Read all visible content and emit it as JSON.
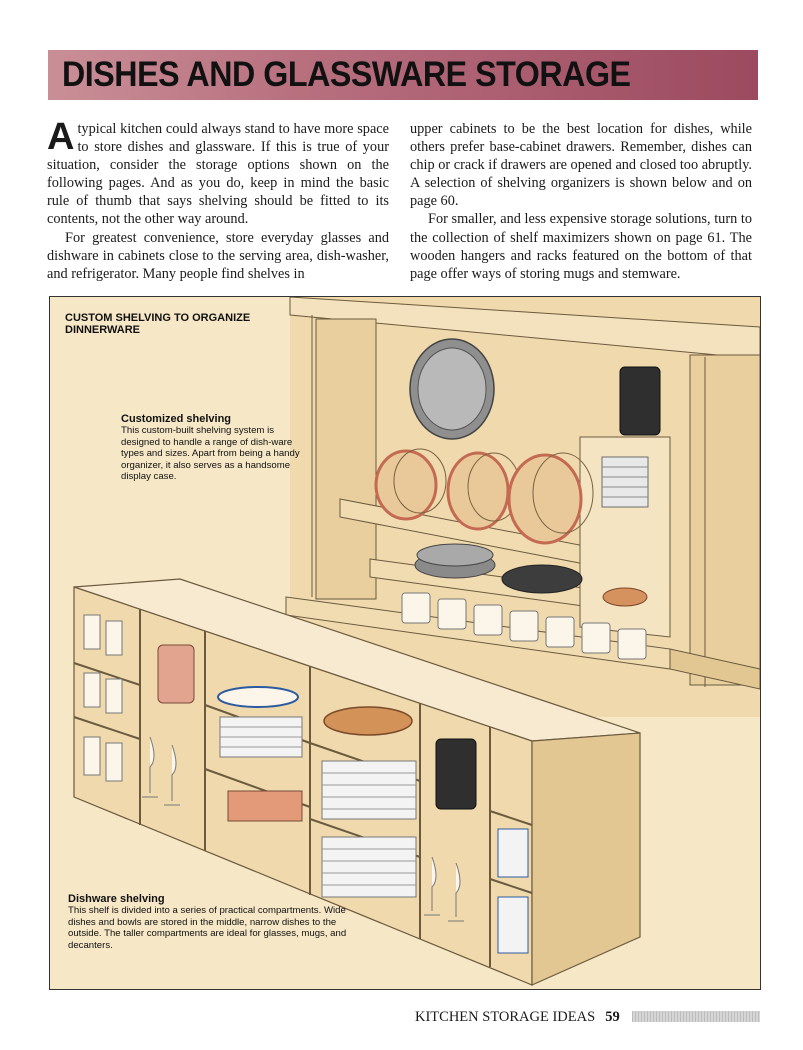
{
  "header": {
    "title": "DISHES AND GLASSWARE STORAGE"
  },
  "intro": {
    "dropcap": "A",
    "left_p1": "typical kitchen could always stand to have more space to store dishes and glassware. If this is true of your situation, consider the storage options shown on the following pages. And as you do, keep in mind the basic rule of thumb that says shelving should be fitted to its contents, not the other way around.",
    "left_p2": "For greatest convenience, store everyday glasses and dishware in cabinets close to the serving area, dish-washer, and refrigerator. Many people find shelves in",
    "right_p1": "upper cabinets to be the best location for dishes, while others prefer base-cabinet drawers. Remember, dishes can chip or crack if drawers are opened and closed too abruptly. A selection of shelving organizers is shown below and on page 60.",
    "right_p2": "For smaller, and less expensive storage solutions, turn to the collection of shelf maximizers shown on page 61. The wooden hangers and racks featured on the bottom of that page offer ways of storing mugs and stemware."
  },
  "figure": {
    "title": "CUSTOM SHELVING TO ORGANIZE DINNERWARE",
    "captions": [
      {
        "heading": "Customized shelving",
        "body": "This custom-built shelving system is designed to handle a range of dish-ware types and sizes. Apart from being a handy organizer, it also serves as a handsome display case."
      },
      {
        "heading": "Dishware shelving",
        "body": "This shelf is divided into a series of practical compartments. Wide dishes and bowls are stored in the middle, narrow dishes to the outside. The taller compartments are ideal for glasses, mugs, and decanters."
      }
    ]
  },
  "footer": {
    "book_title": "KITCHEN STORAGE IDEAS",
    "page_number": "59"
  },
  "colors": {
    "header_band": "#b8707f",
    "illustration_bg": "#f6e7c6",
    "wood": "#f1dcb2",
    "plate_rim": "#d9826a"
  }
}
